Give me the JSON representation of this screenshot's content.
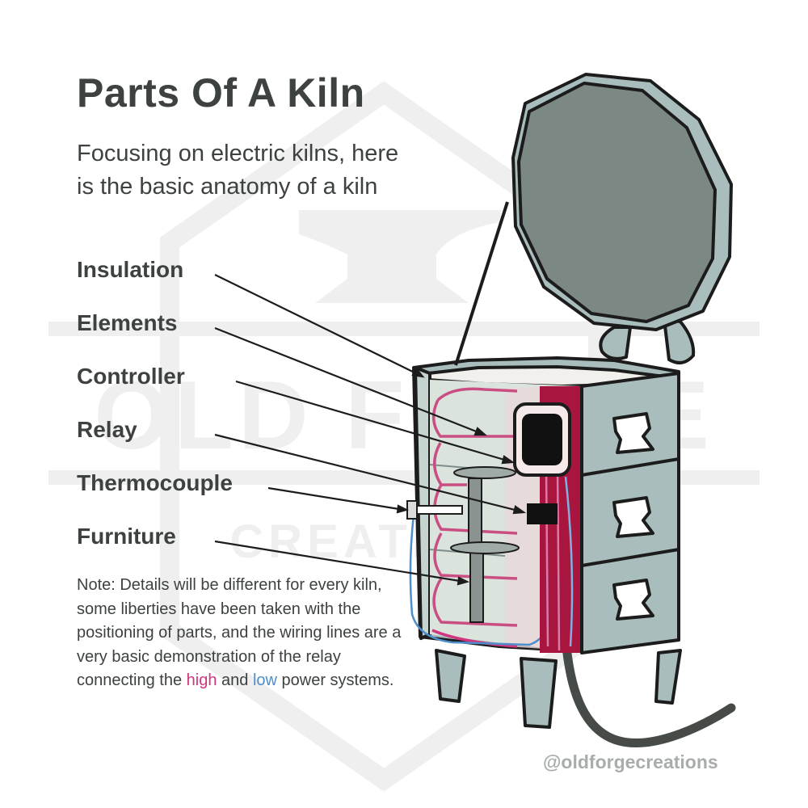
{
  "title": "Parts Of A Kiln",
  "subtitle": "Focusing on electric kilns, here is the basic anatomy of a kiln",
  "labels": {
    "insulation": "Insulation",
    "elements": "Elements",
    "controller": "Controller",
    "relay": "Relay",
    "thermocouple": "Thermocouple",
    "furniture": "Furniture"
  },
  "note": {
    "before": "Note: Details will be different for every kiln, some liberties have been taken with the positioning of parts, and the wiring lines are a very basic demonstration of the relay connecting the ",
    "high": "high",
    "middle": " and ",
    "low": "low",
    "after": " power systems."
  },
  "watermark": {
    "line1": "OLD FORGE",
    "line2": "CREATIONS"
  },
  "credit": "@oldforgecreations",
  "colors": {
    "text": "#3d4240",
    "kiln_body": "#a9bdbd",
    "lid": "#7c8884",
    "element_wire": "#c94f83",
    "high_power": "#d0357f",
    "low_power": "#4e8ecb",
    "controller_panel": "#a8163f"
  }
}
